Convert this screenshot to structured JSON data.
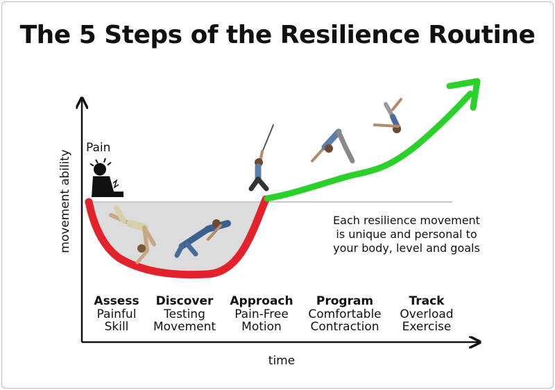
{
  "title": "The 5 Steps of the Resilience Routine",
  "axes": {
    "x_label": "time",
    "y_label": "movement ability"
  },
  "pain_label": "Pain",
  "note": {
    "lines": [
      "Each resilience movement",
      "is unique and personal to",
      "your body, level and goals"
    ]
  },
  "steps": [
    {
      "title": "Assess",
      "line1": "Painful",
      "line2": "Skill"
    },
    {
      "title": "Discover",
      "line1": "Testing",
      "line2": "Movement"
    },
    {
      "title": "Approach",
      "line1": "Pain-Free",
      "line2": "Motion"
    },
    {
      "title": "Program",
      "line1": "Comfortable",
      "line2": "Contraction"
    },
    {
      "title": "Track",
      "line1": "Overload",
      "line2": "Exercise"
    }
  ],
  "colors": {
    "decline_curve": "#e3222b",
    "growth_curve": "#2bd12b",
    "shaded_region": "#dcdcdc",
    "baseline": "#c8c8c8",
    "axis": "#111111"
  },
  "icons": [
    "pain-person-icon",
    "cartwheel-person-icon",
    "crawling-person-icon",
    "kneeling-stick-person-icon",
    "downward-dog-person-icon",
    "handstand-person-icon"
  ]
}
